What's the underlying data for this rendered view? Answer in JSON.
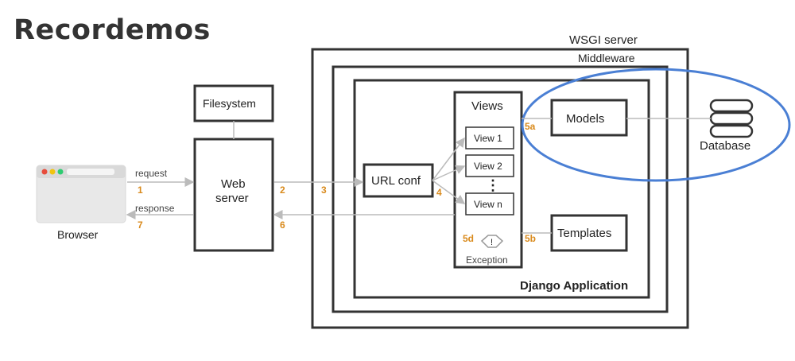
{
  "title": "Recordemos",
  "labels": {
    "wsgi_server": "WSGI server",
    "middleware": "Middleware",
    "django_app": "Django Application",
    "views": "Views",
    "view1": "View 1",
    "view2": "View 2",
    "view_dots": "⋮",
    "viewn": "View n",
    "models": "Models",
    "templates": "Templates",
    "database": "Database",
    "url_conf": "URL conf",
    "web_server": "Web",
    "web_server_2": "server",
    "filesystem": "Filesystem",
    "browser": "Browser",
    "request": "request",
    "response": "response",
    "exception": "Exception"
  },
  "step_numbers": {
    "n1": "1",
    "n2": "2",
    "n3": "3",
    "n4": "4",
    "n5a": "5a",
    "n5b": "5b",
    "n5d": "5d",
    "n6": "6",
    "n7": "7"
  },
  "colors": {
    "box_border": "#333333",
    "arrow": "#bbbbbb",
    "step_number": "#d98a1c",
    "highlight_ellipse": "#4a7fd4",
    "browser_frame": "#d9d9d9"
  }
}
